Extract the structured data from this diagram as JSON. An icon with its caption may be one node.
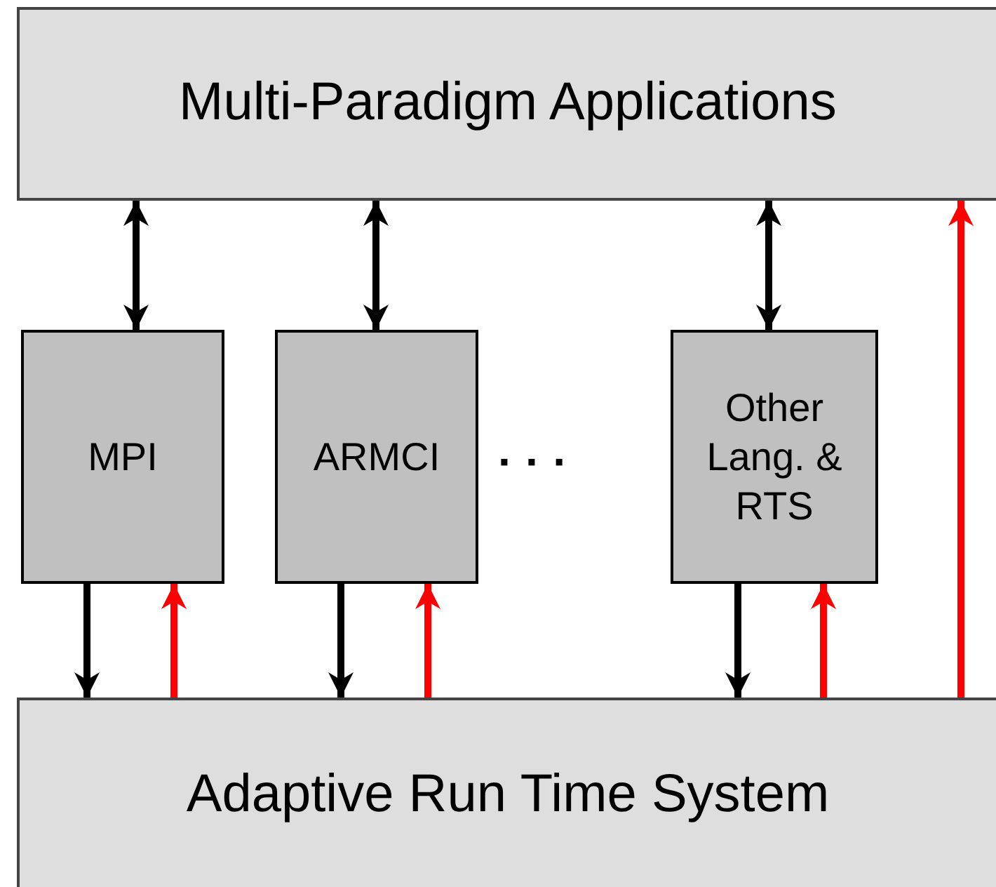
{
  "diagram": {
    "nodes": [
      {
        "text": [
          "Multi-Paradigm Applications"
        ]
      },
      {
        "text": [
          "MPI"
        ]
      },
      {
        "text": [
          "ARMCI"
        ]
      },
      {
        "text": [
          "Other Lang. & RTS"
        ]
      },
      {
        "text": [
          "Adaptive Run Time System"
        ]
      }
    ],
    "edges": [
      {
        "from": 0,
        "to": 1,
        "arrow": "both"
      },
      {
        "from": 0,
        "to": 2,
        "arrow": "both"
      },
      {
        "from": 0,
        "to": 3,
        "arrow": "both"
      },
      {
        "from": 1,
        "to": 4,
        "arrow": "to"
      },
      {
        "from": 4,
        "to": 1,
        "arrow": "to",
        "color": "#ff0000"
      },
      {
        "from": 2,
        "to": 4,
        "arrow": "to"
      },
      {
        "from": 4,
        "to": 2,
        "arrow": "to",
        "color": "#ff0000"
      },
      {
        "from": 3,
        "to": 4,
        "arrow": "to"
      },
      {
        "from": 4,
        "to": 3,
        "arrow": "to",
        "color": "#ff0000"
      },
      {
        "from": 4,
        "to": 0,
        "arrow": "to",
        "color": "#ff0000"
      }
    ],
    "labels": [
      "· · ·"
    ]
  }
}
